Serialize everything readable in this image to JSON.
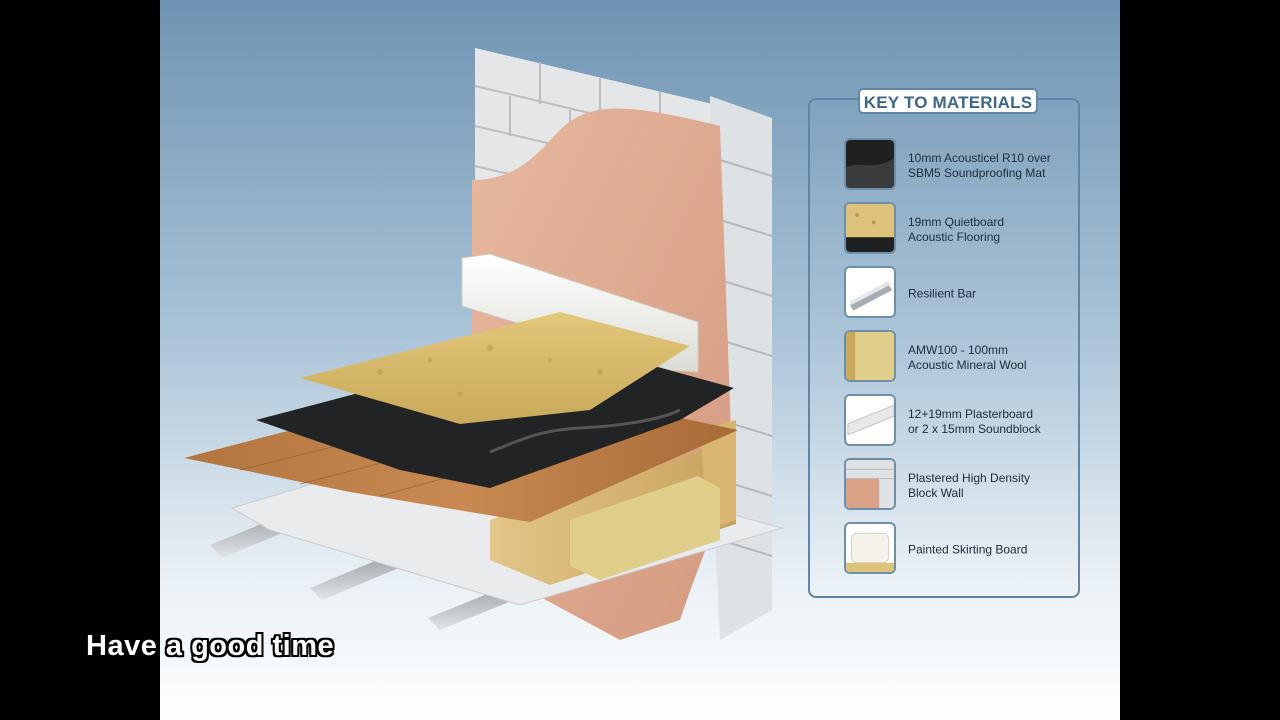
{
  "key": {
    "title": "KEY TO MATERIALS",
    "items": [
      {
        "line1": "10mm Acousticel R10 over",
        "line2": "SBM5 Soundproofing Mat",
        "icon": "soundproofing-mat-icon"
      },
      {
        "line1": "19mm Quietboard",
        "line2": "Acoustic Flooring",
        "icon": "acoustic-flooring-icon"
      },
      {
        "line1": "Resilient Bar",
        "line2": "",
        "icon": "resilient-bar-icon"
      },
      {
        "line1": "AMW100 - 100mm",
        "line2": "Acoustic Mineral Wool",
        "icon": "mineral-wool-icon"
      },
      {
        "line1": "12+19mm Plasterboard",
        "line2": "or 2 x 15mm Soundblock",
        "icon": "plasterboard-icon"
      },
      {
        "line1": "Plastered High Density",
        "line2": "Block Wall",
        "icon": "block-wall-icon"
      },
      {
        "line1": "Painted Skirting Board",
        "line2": "",
        "icon": "skirting-board-icon"
      }
    ]
  },
  "caption": "Have a good time",
  "colors": {
    "key_border": "#5e86a7",
    "key_title_text": "#3d6688",
    "background_top": "#6f94b3",
    "background_bottom": "#ffffff"
  }
}
